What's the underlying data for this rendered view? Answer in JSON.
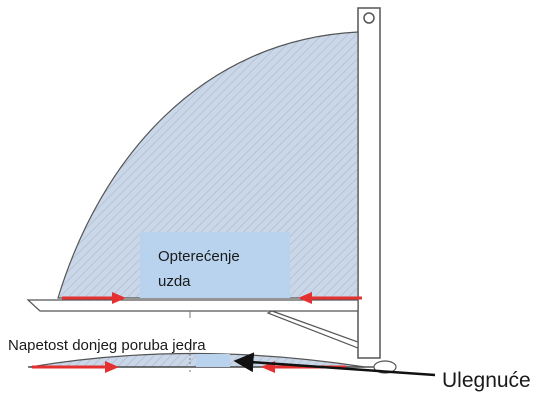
{
  "labels": {
    "load_line1": "Opterećenje",
    "load_line2": "uzda",
    "foot_tension": "Napetost donjeg poruba jedra",
    "sag": "Ulegnuće"
  },
  "colors": {
    "sail_fill": "#c9d7e8",
    "hatch": "#aab8c9",
    "outline": "#555555",
    "arrow": "#e53030",
    "label_box": "#b9d3ee",
    "black_arrow": "#111111"
  }
}
